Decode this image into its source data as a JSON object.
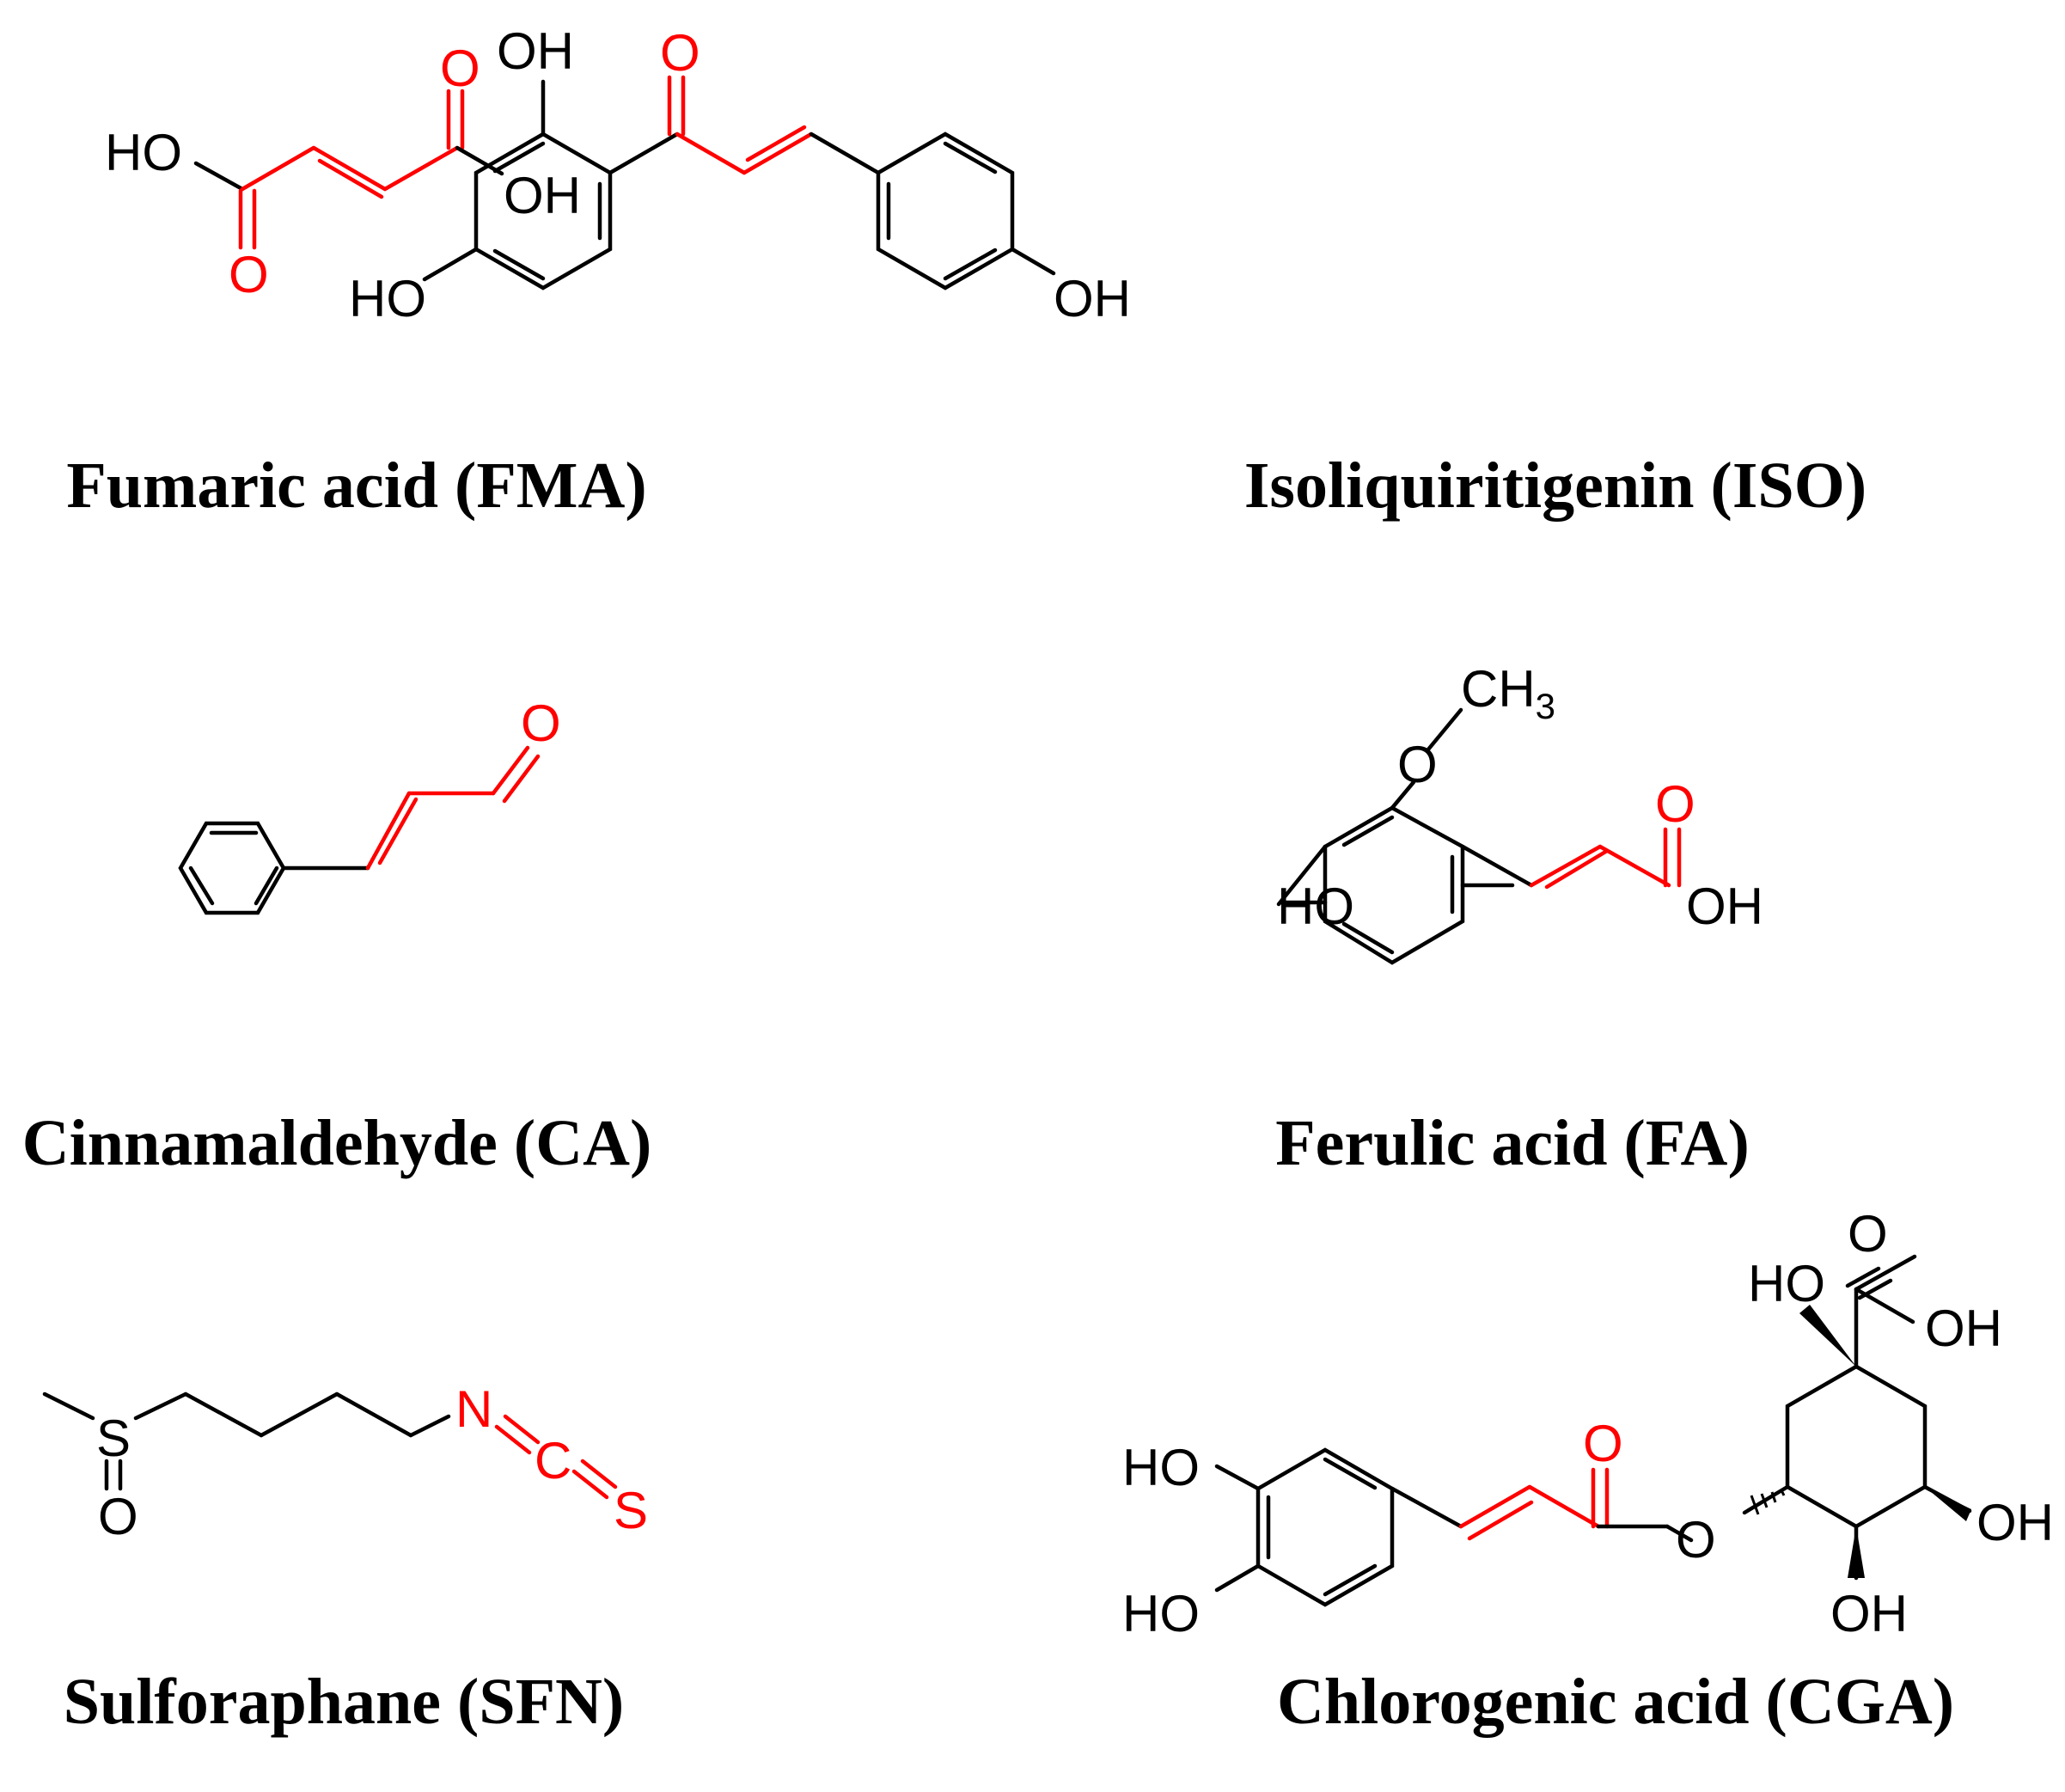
{
  "colors": {
    "bond": "#000000",
    "highlight": "#ff0000",
    "background": "#ffffff"
  },
  "compounds": {
    "fma": {
      "caption": "Fumaric acid (FMA)",
      "ho": "HO",
      "oh": "OH",
      "o": "O"
    },
    "iso": {
      "caption": "Isoliquiritigenin (ISO)",
      "oh": "OH",
      "ho": "HO",
      "o": "O"
    },
    "ca": {
      "caption": "Cinnamaldehyde (CA)",
      "o": "O"
    },
    "fa": {
      "caption": "Ferulic acid (FA)",
      "ch": "CH",
      "sub3": "3",
      "o": "O",
      "ho": "HO",
      "oh": "OH"
    },
    "sfn": {
      "caption": "Sulforaphane (SFN)",
      "s": "S",
      "o": "O",
      "n": "N",
      "c": "C"
    },
    "cga": {
      "caption": "Chlorogenic acid (CGA)",
      "ho": "HO",
      "oh": "OH",
      "o": "O"
    }
  }
}
